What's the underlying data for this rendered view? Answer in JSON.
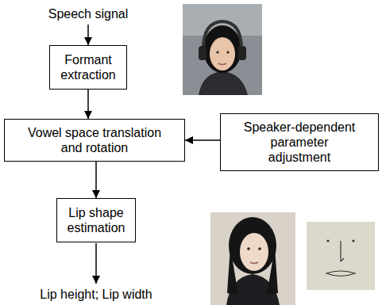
{
  "diagram": {
    "nodes": [
      {
        "text": [
          "Formant extraction"
        ]
      },
      {
        "text": [
          "Vowel space translation and rotation"
        ]
      },
      {
        "text": [
          "Speaker-dependent parameter adjustment"
        ]
      },
      {
        "text": [
          "Lip shape estimation"
        ]
      }
    ],
    "edges": [
      {
        "from": 0,
        "to": 1,
        "arrow": "to"
      },
      {
        "from": 2,
        "to": 1,
        "arrow": "to"
      },
      {
        "from": 1,
        "to": 3,
        "arrow": "to"
      }
    ],
    "labels": [
      "Speech signal",
      "Lip height; Lip width"
    ]
  }
}
